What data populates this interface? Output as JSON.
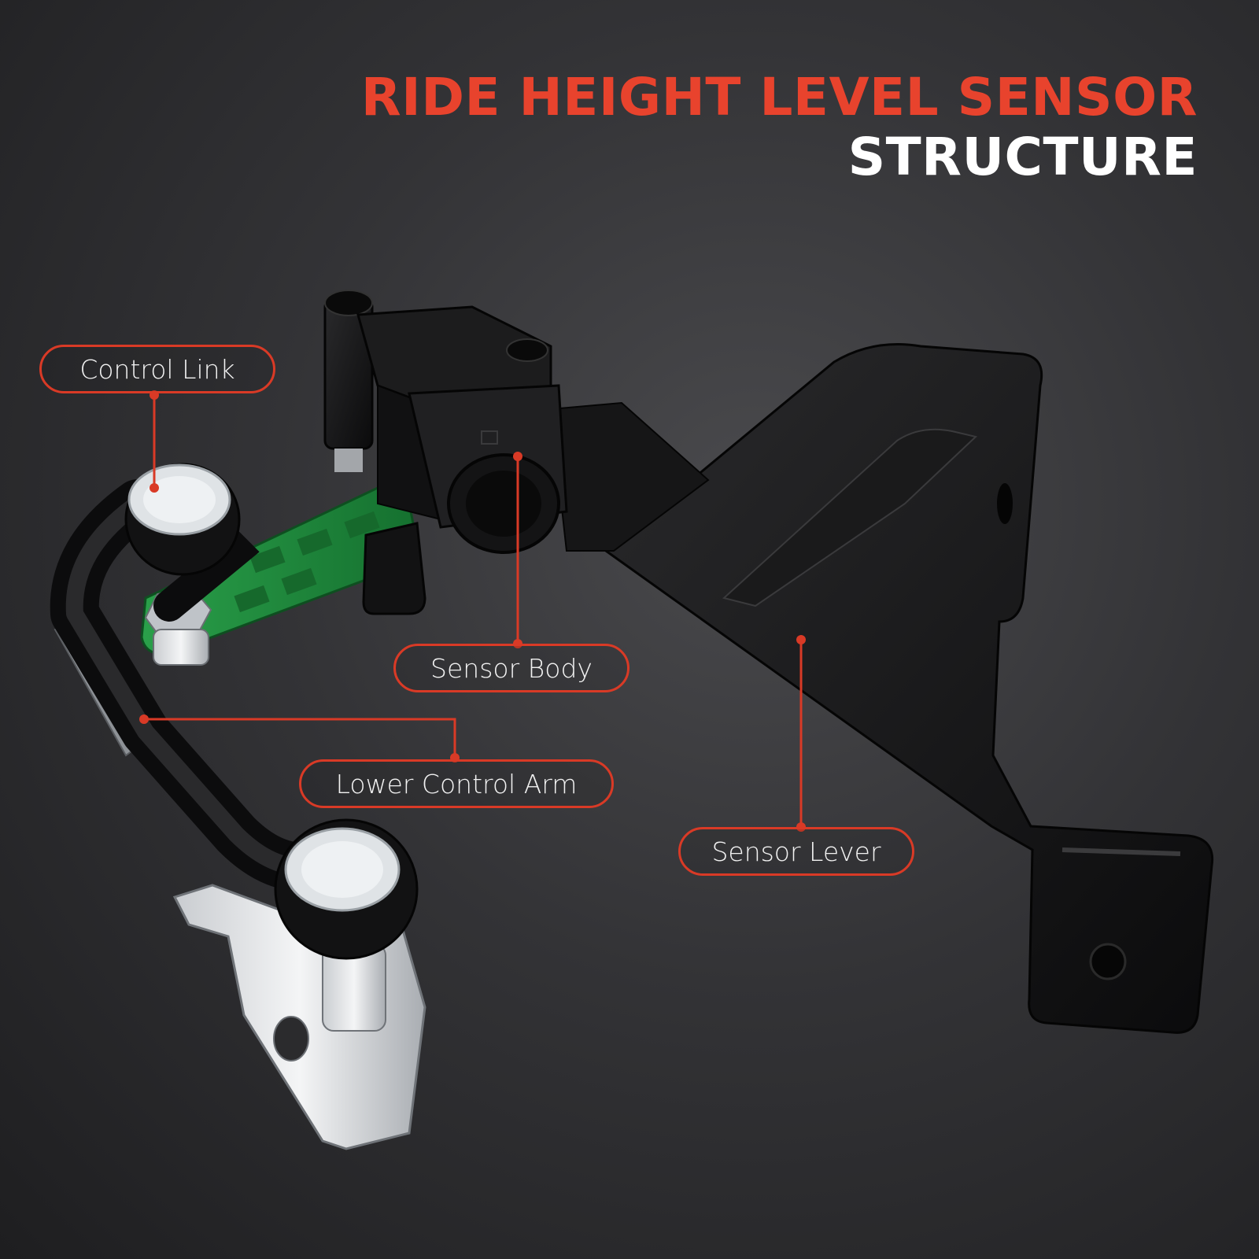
{
  "title": {
    "line1": "RIDE HEIGHT LEVEL SENSOR",
    "line2": "STRUCTURE"
  },
  "callouts": {
    "control_link": "Control Link",
    "sensor_body": "Sensor Body",
    "lower_control_arm": "Lower Control Arm",
    "sensor_lever": "Sensor Lever"
  },
  "colors": {
    "accent": "#d93a26",
    "title_red": "#e8432d",
    "lever_green": "#1f8a3c"
  }
}
